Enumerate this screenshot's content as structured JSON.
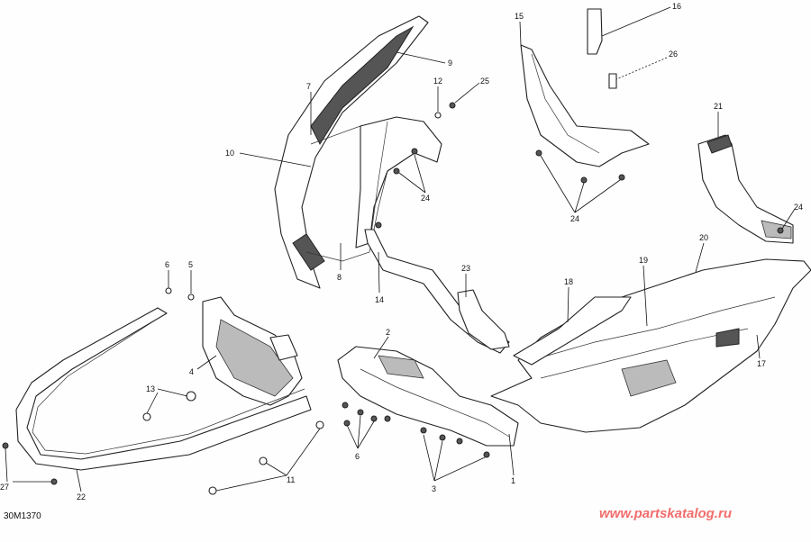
{
  "diagram_code": "30M1370",
  "watermark": "www.partskatalog.ru",
  "callouts": [
    "1",
    "2",
    "3",
    "4",
    "5",
    "6",
    "6",
    "7",
    "8",
    "9",
    "10",
    "11",
    "12",
    "13",
    "14",
    "15",
    "16",
    "17",
    "18",
    "19",
    "20",
    "21",
    "22",
    "23",
    "24",
    "24",
    "24",
    "25",
    "26",
    "27"
  ]
}
